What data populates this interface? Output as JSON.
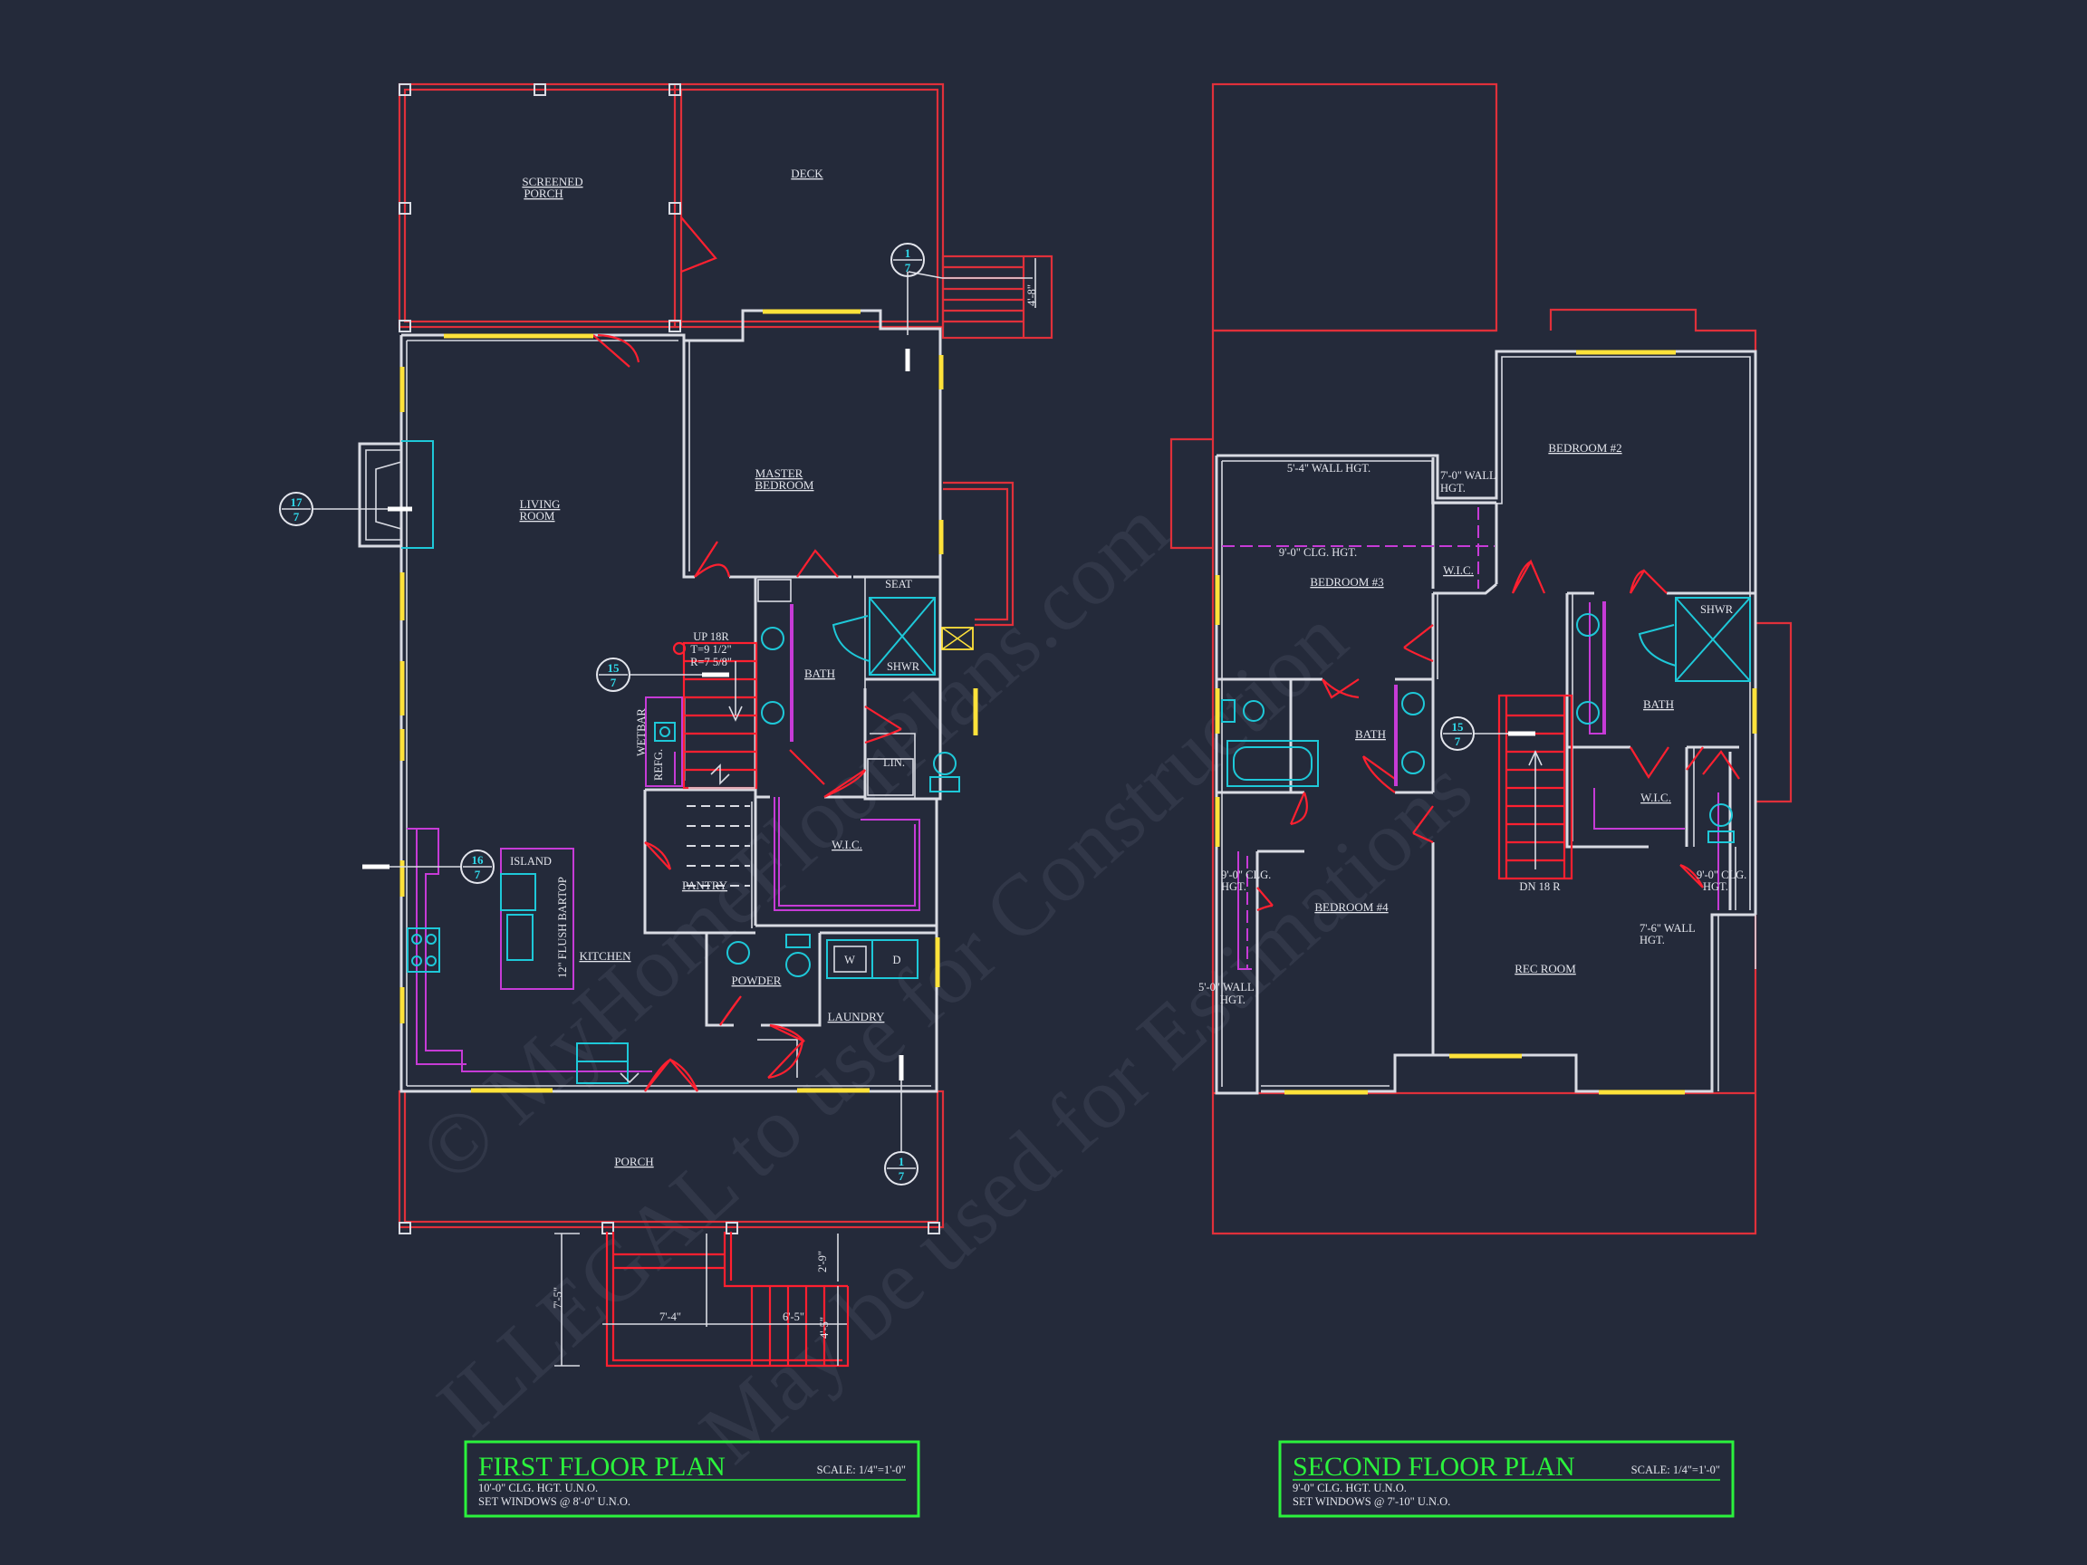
{
  "watermark": {
    "line1": "© MyHomeFloorPlans.com",
    "line2": "ILLEGAL to use for Construction",
    "line3": "May be used for Estimations"
  },
  "colors": {
    "background": "#242a3a",
    "walls": "#d9dbe3",
    "outline": "#e0303a",
    "windows": "#ffe23a",
    "fixtures": "#1ec8d8",
    "cabinets": "#c63bd6",
    "title_block": "#2bf23c"
  },
  "first_floor": {
    "rooms": {
      "screened_porch_1": "SCREENED",
      "screened_porch_2": "PORCH",
      "deck": "DECK",
      "master_1": "MASTER",
      "master_2": "BEDROOM",
      "living_1": "LIVING",
      "living_2": "ROOM",
      "bath": "BATH",
      "seat": "SEAT",
      "shwr": "SHWR",
      "lin": "LIN.",
      "wic": "W.I.C.",
      "pantry": "PANTRY",
      "island": "ISLAND",
      "bartop": "12\" FLUSH BARTOP",
      "kitchen": "KITCHEN",
      "powder": "POWDER",
      "laundry": "LAUNDRY",
      "washer": "W",
      "dryer": "D",
      "porch": "PORCH",
      "wetbar": "WETBAR",
      "refg": "REFG."
    },
    "stair": {
      "up": "UP 18R",
      "tread": "T=9 1/2\"",
      "riser": "R=7 5/8\""
    },
    "dims": {
      "rear_stair": "4'-8\"",
      "front_depth": "7'-5\"",
      "front_width": "7'-4\"",
      "front_run": "6'-5\"",
      "front_landing": "2'-9\"",
      "front_step": "4'-5\""
    },
    "tags": [
      {
        "num": "1",
        "sheet": "7"
      },
      {
        "num": "17",
        "sheet": "7"
      },
      {
        "num": "15",
        "sheet": "7"
      },
      {
        "num": "16",
        "sheet": "7"
      },
      {
        "num": "1",
        "sheet": "7"
      }
    ],
    "title": {
      "name": "FIRST FLOOR PLAN",
      "scale": "SCALE: 1/4\"=1'-0\"",
      "note1": "10'-0\" CLG. HGT. U.N.O.",
      "note2": "SET WINDOWS @ 8'-0\" U.N.O."
    }
  },
  "second_floor": {
    "rooms": {
      "bed2": "BEDROOM #2",
      "bed3": "BEDROOM #3",
      "bed4": "BEDROOM #4",
      "wic1": "W.I.C.",
      "wic2": "W.I.C.",
      "bath1": "BATH",
      "bath2": "BATH",
      "shwr": "SHWR",
      "rec": "REC ROOM",
      "dn": "DN 18 R"
    },
    "notes": {
      "wall54": "5'-4\" WALL HGT.",
      "wall70a": "7'-0\" WALL",
      "wall70b": "HGT.",
      "clg90": "9'-0\" CLG. HGT.",
      "clg90a1": "9'-0\" CLG.",
      "clg90a2": "HGT.",
      "clg90b1": "9'-0\" CLG.",
      "clg90b2": "HGT.",
      "wall76a": "7'-6\" WALL",
      "wall76b": "HGT.",
      "wall50a": "5'-0\" WALL",
      "wall50b": "HGT."
    },
    "tags": [
      {
        "num": "15",
        "sheet": "7"
      }
    ],
    "title": {
      "name": "SECOND FLOOR PLAN",
      "scale": "SCALE: 1/4\"=1'-0\"",
      "note1": "9'-0\" CLG. HGT. U.N.O.",
      "note2": "SET WINDOWS @ 7'-10\" U.N.O."
    }
  }
}
